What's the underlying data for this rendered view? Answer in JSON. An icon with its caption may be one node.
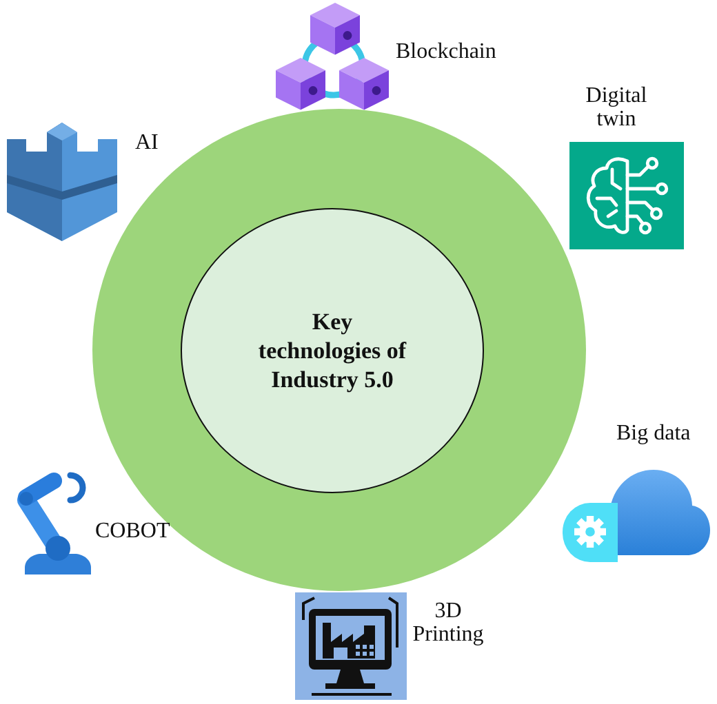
{
  "diagram": {
    "nodes": [
      {
        "text": [],
        "shape": "circle"
      },
      {
        "text": [
          "Key technologies of Industry 5.0"
        ],
        "in": 0
      }
    ],
    "labels": [
      "Blockchain",
      "Digital twin",
      "AI",
      "Big data",
      "COBOT",
      "3D Printing"
    ]
  }
}
